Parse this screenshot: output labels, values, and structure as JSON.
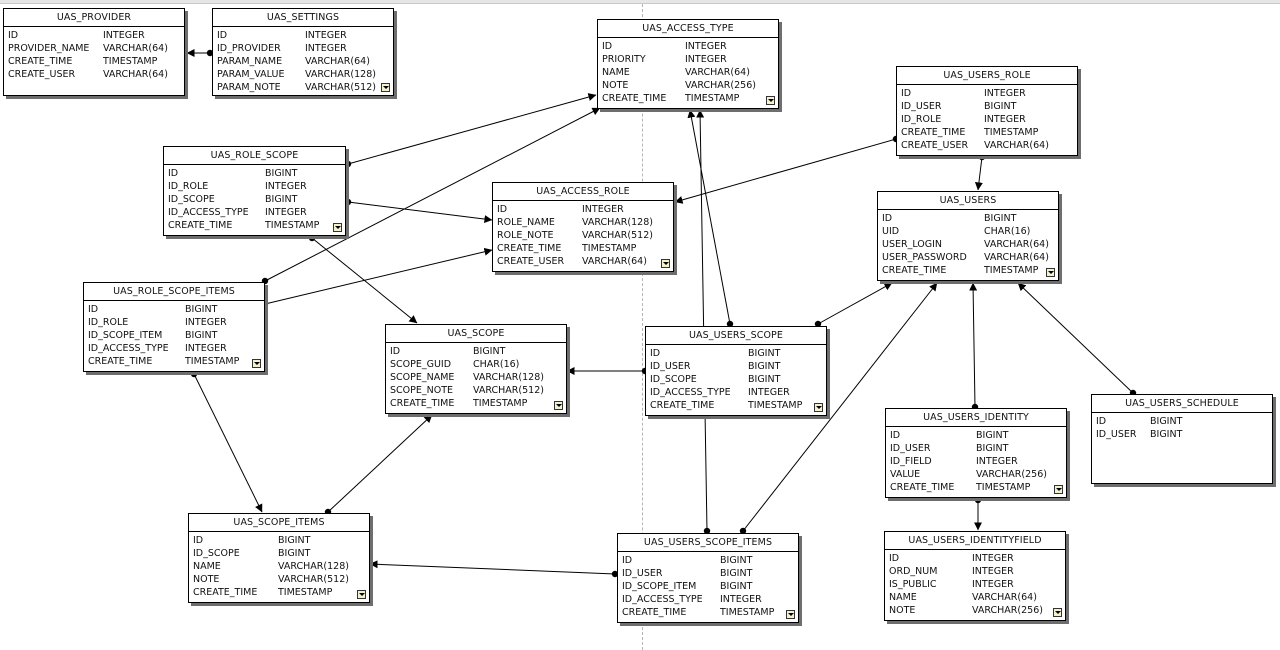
{
  "entities": {
    "uas_provider": {
      "title": "UAS_PROVIDER",
      "fields": [
        {
          "name": "ID",
          "type": "INTEGER"
        },
        {
          "name": "PROVIDER_NAME",
          "type": "VARCHAR(64)"
        },
        {
          "name": "CREATE_TIME",
          "type": "TIMESTAMP"
        },
        {
          "name": "CREATE_USER",
          "type": "VARCHAR(64)"
        }
      ]
    },
    "uas_settings": {
      "title": "UAS_SETTINGS",
      "fields": [
        {
          "name": "ID",
          "type": "INTEGER"
        },
        {
          "name": "ID_PROVIDER",
          "type": "INTEGER"
        },
        {
          "name": "PARAM_NAME",
          "type": "VARCHAR(64)"
        },
        {
          "name": "PARAM_VALUE",
          "type": "VARCHAR(128)"
        },
        {
          "name": "PARAM_NOTE",
          "type": "VARCHAR(512)"
        }
      ]
    },
    "uas_access_type": {
      "title": "UAS_ACCESS_TYPE",
      "fields": [
        {
          "name": "ID",
          "type": "INTEGER"
        },
        {
          "name": "PRIORITY",
          "type": "INTEGER"
        },
        {
          "name": "NAME",
          "type": "VARCHAR(64)"
        },
        {
          "name": "NOTE",
          "type": "VARCHAR(256)"
        },
        {
          "name": "CREATE_TIME",
          "type": "TIMESTAMP"
        }
      ]
    },
    "uas_users_role": {
      "title": "UAS_USERS_ROLE",
      "fields": [
        {
          "name": "ID",
          "type": "INTEGER"
        },
        {
          "name": "ID_USER",
          "type": "BIGINT"
        },
        {
          "name": "ID_ROLE",
          "type": "INTEGER"
        },
        {
          "name": "CREATE_TIME",
          "type": "TIMESTAMP"
        },
        {
          "name": "CREATE_USER",
          "type": "VARCHAR(64)"
        }
      ]
    },
    "uas_role_scope": {
      "title": "UAS_ROLE_SCOPE",
      "fields": [
        {
          "name": "ID",
          "type": "BIGINT"
        },
        {
          "name": "ID_ROLE",
          "type": "INTEGER"
        },
        {
          "name": "ID_SCOPE",
          "type": "BIGINT"
        },
        {
          "name": "ID_ACCESS_TYPE",
          "type": "INTEGER"
        },
        {
          "name": "CREATE_TIME",
          "type": "TIMESTAMP"
        }
      ]
    },
    "uas_access_role": {
      "title": "UAS_ACCESS_ROLE",
      "fields": [
        {
          "name": "ID",
          "type": "INTEGER"
        },
        {
          "name": "ROLE_NAME",
          "type": "VARCHAR(128)"
        },
        {
          "name": "ROLE_NOTE",
          "type": "VARCHAR(512)"
        },
        {
          "name": "CREATE_TIME",
          "type": "TIMESTAMP"
        },
        {
          "name": "CREATE_USER",
          "type": "VARCHAR(64)"
        }
      ]
    },
    "uas_users": {
      "title": "UAS_USERS",
      "fields": [
        {
          "name": "ID",
          "type": "BIGINT"
        },
        {
          "name": "UID",
          "type": "CHAR(16)"
        },
        {
          "name": "USER_LOGIN",
          "type": "VARCHAR(64)"
        },
        {
          "name": "USER_PASSWORD",
          "type": "VARCHAR(64)"
        },
        {
          "name": "CREATE_TIME",
          "type": "TIMESTAMP"
        }
      ]
    },
    "uas_role_scope_items": {
      "title": "UAS_ROLE_SCOPE_ITEMS",
      "fields": [
        {
          "name": "ID",
          "type": "BIGINT"
        },
        {
          "name": "ID_ROLE",
          "type": "INTEGER"
        },
        {
          "name": "ID_SCOPE_ITEM",
          "type": "BIGINT"
        },
        {
          "name": "ID_ACCESS_TYPE",
          "type": "INTEGER"
        },
        {
          "name": "CREATE_TIME",
          "type": "TIMESTAMP"
        }
      ]
    },
    "uas_scope": {
      "title": "UAS_SCOPE",
      "fields": [
        {
          "name": "ID",
          "type": "BIGINT"
        },
        {
          "name": "SCOPE_GUID",
          "type": "CHAR(16)"
        },
        {
          "name": "SCOPE_NAME",
          "type": "VARCHAR(128)"
        },
        {
          "name": "SCOPE_NOTE",
          "type": "VARCHAR(512)"
        },
        {
          "name": "CREATE_TIME",
          "type": "TIMESTAMP"
        }
      ]
    },
    "uas_users_scope": {
      "title": "UAS_USERS_SCOPE",
      "fields": [
        {
          "name": "ID",
          "type": "BIGINT"
        },
        {
          "name": "ID_USER",
          "type": "BIGINT"
        },
        {
          "name": "ID_SCOPE",
          "type": "BIGINT"
        },
        {
          "name": "ID_ACCESS_TYPE",
          "type": "INTEGER"
        },
        {
          "name": "CREATE_TIME",
          "type": "TIMESTAMP"
        }
      ]
    },
    "uas_users_identity": {
      "title": "UAS_USERS_IDENTITY",
      "fields": [
        {
          "name": "ID",
          "type": "BIGINT"
        },
        {
          "name": "ID_USER",
          "type": "BIGINT"
        },
        {
          "name": "ID_FIELD",
          "type": "INTEGER"
        },
        {
          "name": "VALUE",
          "type": "VARCHAR(256)"
        },
        {
          "name": "CREATE_TIME",
          "type": "TIMESTAMP"
        }
      ]
    },
    "uas_users_schedule": {
      "title": "UAS_USERS_SCHEDULE",
      "fields": [
        {
          "name": "ID",
          "type": "BIGINT"
        },
        {
          "name": "ID_USER",
          "type": "BIGINT"
        }
      ]
    },
    "uas_scope_items": {
      "title": "UAS_SCOPE_ITEMS",
      "fields": [
        {
          "name": "ID",
          "type": "BIGINT"
        },
        {
          "name": "ID_SCOPE",
          "type": "BIGINT"
        },
        {
          "name": "NAME",
          "type": "VARCHAR(128)"
        },
        {
          "name": "NOTE",
          "type": "VARCHAR(512)"
        },
        {
          "name": "CREATE_TIME",
          "type": "TIMESTAMP"
        }
      ]
    },
    "uas_users_scope_items": {
      "title": "UAS_USERS_SCOPE_ITEMS",
      "fields": [
        {
          "name": "ID",
          "type": "BIGINT"
        },
        {
          "name": "ID_USER",
          "type": "BIGINT"
        },
        {
          "name": "ID_SCOPE_ITEM",
          "type": "BIGINT"
        },
        {
          "name": "ID_ACCESS_TYPE",
          "type": "INTEGER"
        },
        {
          "name": "CREATE_TIME",
          "type": "TIMESTAMP"
        }
      ]
    },
    "uas_users_identityfield": {
      "title": "UAS_USERS_IDENTITYFIELD",
      "fields": [
        {
          "name": "ID",
          "type": "INTEGER"
        },
        {
          "name": "ORD_NUM",
          "type": "INTEGER"
        },
        {
          "name": "IS_PUBLIC",
          "type": "INTEGER"
        },
        {
          "name": "NAME",
          "type": "VARCHAR(64)"
        },
        {
          "name": "NOTE",
          "type": "VARCHAR(256)"
        }
      ]
    }
  },
  "relationships": [
    {
      "from": "uas_settings",
      "to": "uas_provider"
    },
    {
      "from": "uas_role_scope",
      "to": "uas_access_type"
    },
    {
      "from": "uas_role_scope",
      "to": "uas_access_role"
    },
    {
      "from": "uas_role_scope",
      "to": "uas_scope"
    },
    {
      "from": "uas_users_role",
      "to": "uas_access_role"
    },
    {
      "from": "uas_users_role",
      "to": "uas_users"
    },
    {
      "from": "uas_role_scope_items",
      "to": "uas_access_type"
    },
    {
      "from": "uas_role_scope_items",
      "to": "uas_access_role"
    },
    {
      "from": "uas_role_scope_items",
      "to": "uas_scope_items"
    },
    {
      "from": "uas_scope_items",
      "to": "uas_scope"
    },
    {
      "from": "uas_users_scope",
      "to": "uas_scope"
    },
    {
      "from": "uas_users_scope",
      "to": "uas_access_type"
    },
    {
      "from": "uas_users_scope",
      "to": "uas_users"
    },
    {
      "from": "uas_users_scope_items",
      "to": "uas_access_type"
    },
    {
      "from": "uas_users_scope_items",
      "to": "uas_users"
    },
    {
      "from": "uas_users_scope_items",
      "to": "uas_scope_items"
    },
    {
      "from": "uas_users_identity",
      "to": "uas_users"
    },
    {
      "from": "uas_users_identity",
      "to": "uas_users_identityfield"
    },
    {
      "from": "uas_users_schedule",
      "to": "uas_users"
    }
  ]
}
